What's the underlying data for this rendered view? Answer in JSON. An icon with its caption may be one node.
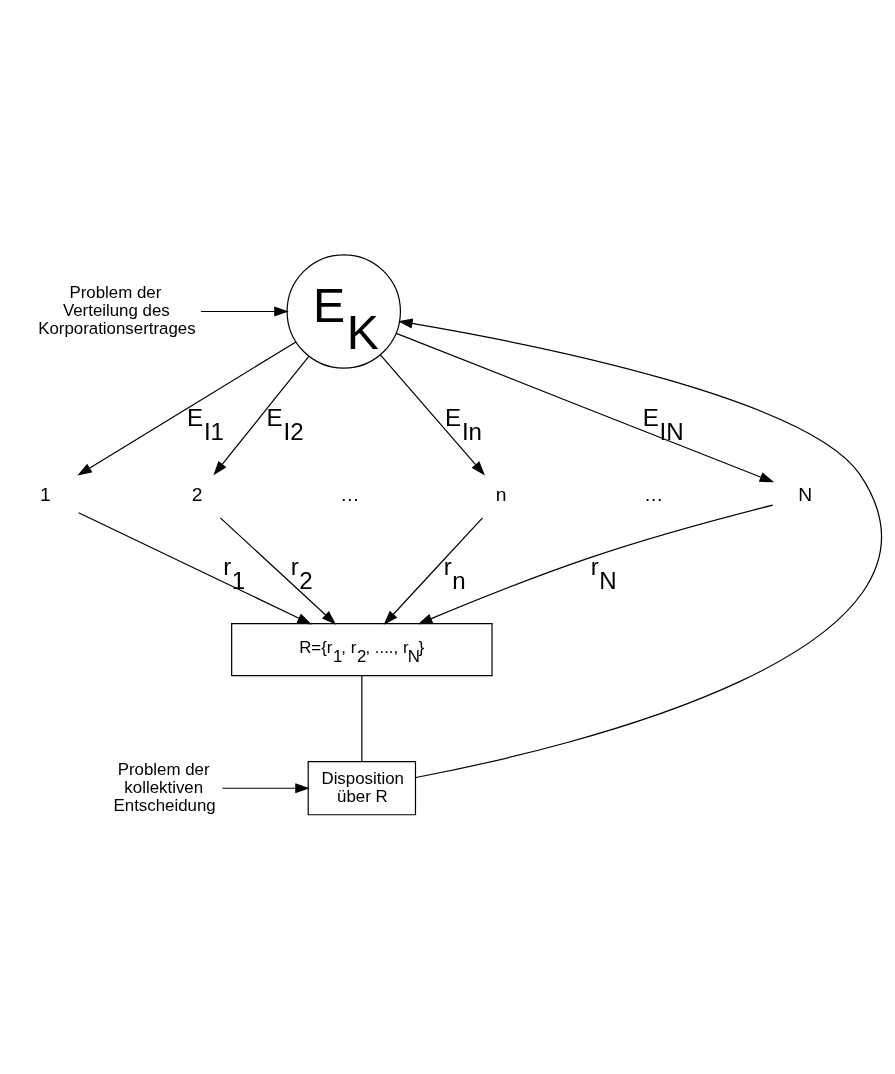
{
  "diagram": {
    "nodes": [
      {
        "text": [
          "E$_{K}$"
        ]
      },
      {
        "text": [
          "1"
        ]
      },
      {
        "text": [
          "2"
        ]
      },
      {
        "text": [
          "n"
        ]
      },
      {
        "text": [
          "N"
        ]
      },
      {
        "text": [
          "R={r$_{1}$, r$_{2}$, ...., r$_{N}$}"
        ]
      },
      {
        "text": [
          "Disposition über R"
        ]
      },
      {
        "text": [
          "Problem der Verteilung des Korporationsertrages"
        ]
      },
      {
        "text": [
          "Problem der kollektiven Entscheidung"
        ]
      }
    ],
    "edges": [
      {
        "from": 0,
        "to": 1,
        "arrow": "to",
        "label": "E$_{I1}$"
      },
      {
        "from": 0,
        "to": 2,
        "arrow": "to",
        "label": "E$_{I2}$"
      },
      {
        "from": 0,
        "to": 3,
        "arrow": "to",
        "label": "E$_{In}$"
      },
      {
        "from": 0,
        "to": 4,
        "arrow": "to",
        "label": "E$_{IN}$"
      },
      {
        "from": 1,
        "to": 5,
        "arrow": "to",
        "label": "r$_{1}$"
      },
      {
        "from": 2,
        "to": 5,
        "arrow": "to",
        "label": "r$_{2}$"
      },
      {
        "from": 3,
        "to": 5,
        "arrow": "to",
        "label": "r$_{n}$"
      },
      {
        "from": 4,
        "to": 5,
        "arrow": "to",
        "label": "r$_{N}$"
      },
      {
        "from": 5,
        "to": 6,
        "arrow": "none"
      },
      {
        "from": 6,
        "to": 0,
        "arrow": "to"
      },
      {
        "from": 7,
        "to": 0,
        "arrow": "to"
      },
      {
        "from": 8,
        "to": 6,
        "arrow": "to"
      }
    ],
    "labels": [
      "…",
      "…"
    ]
  }
}
